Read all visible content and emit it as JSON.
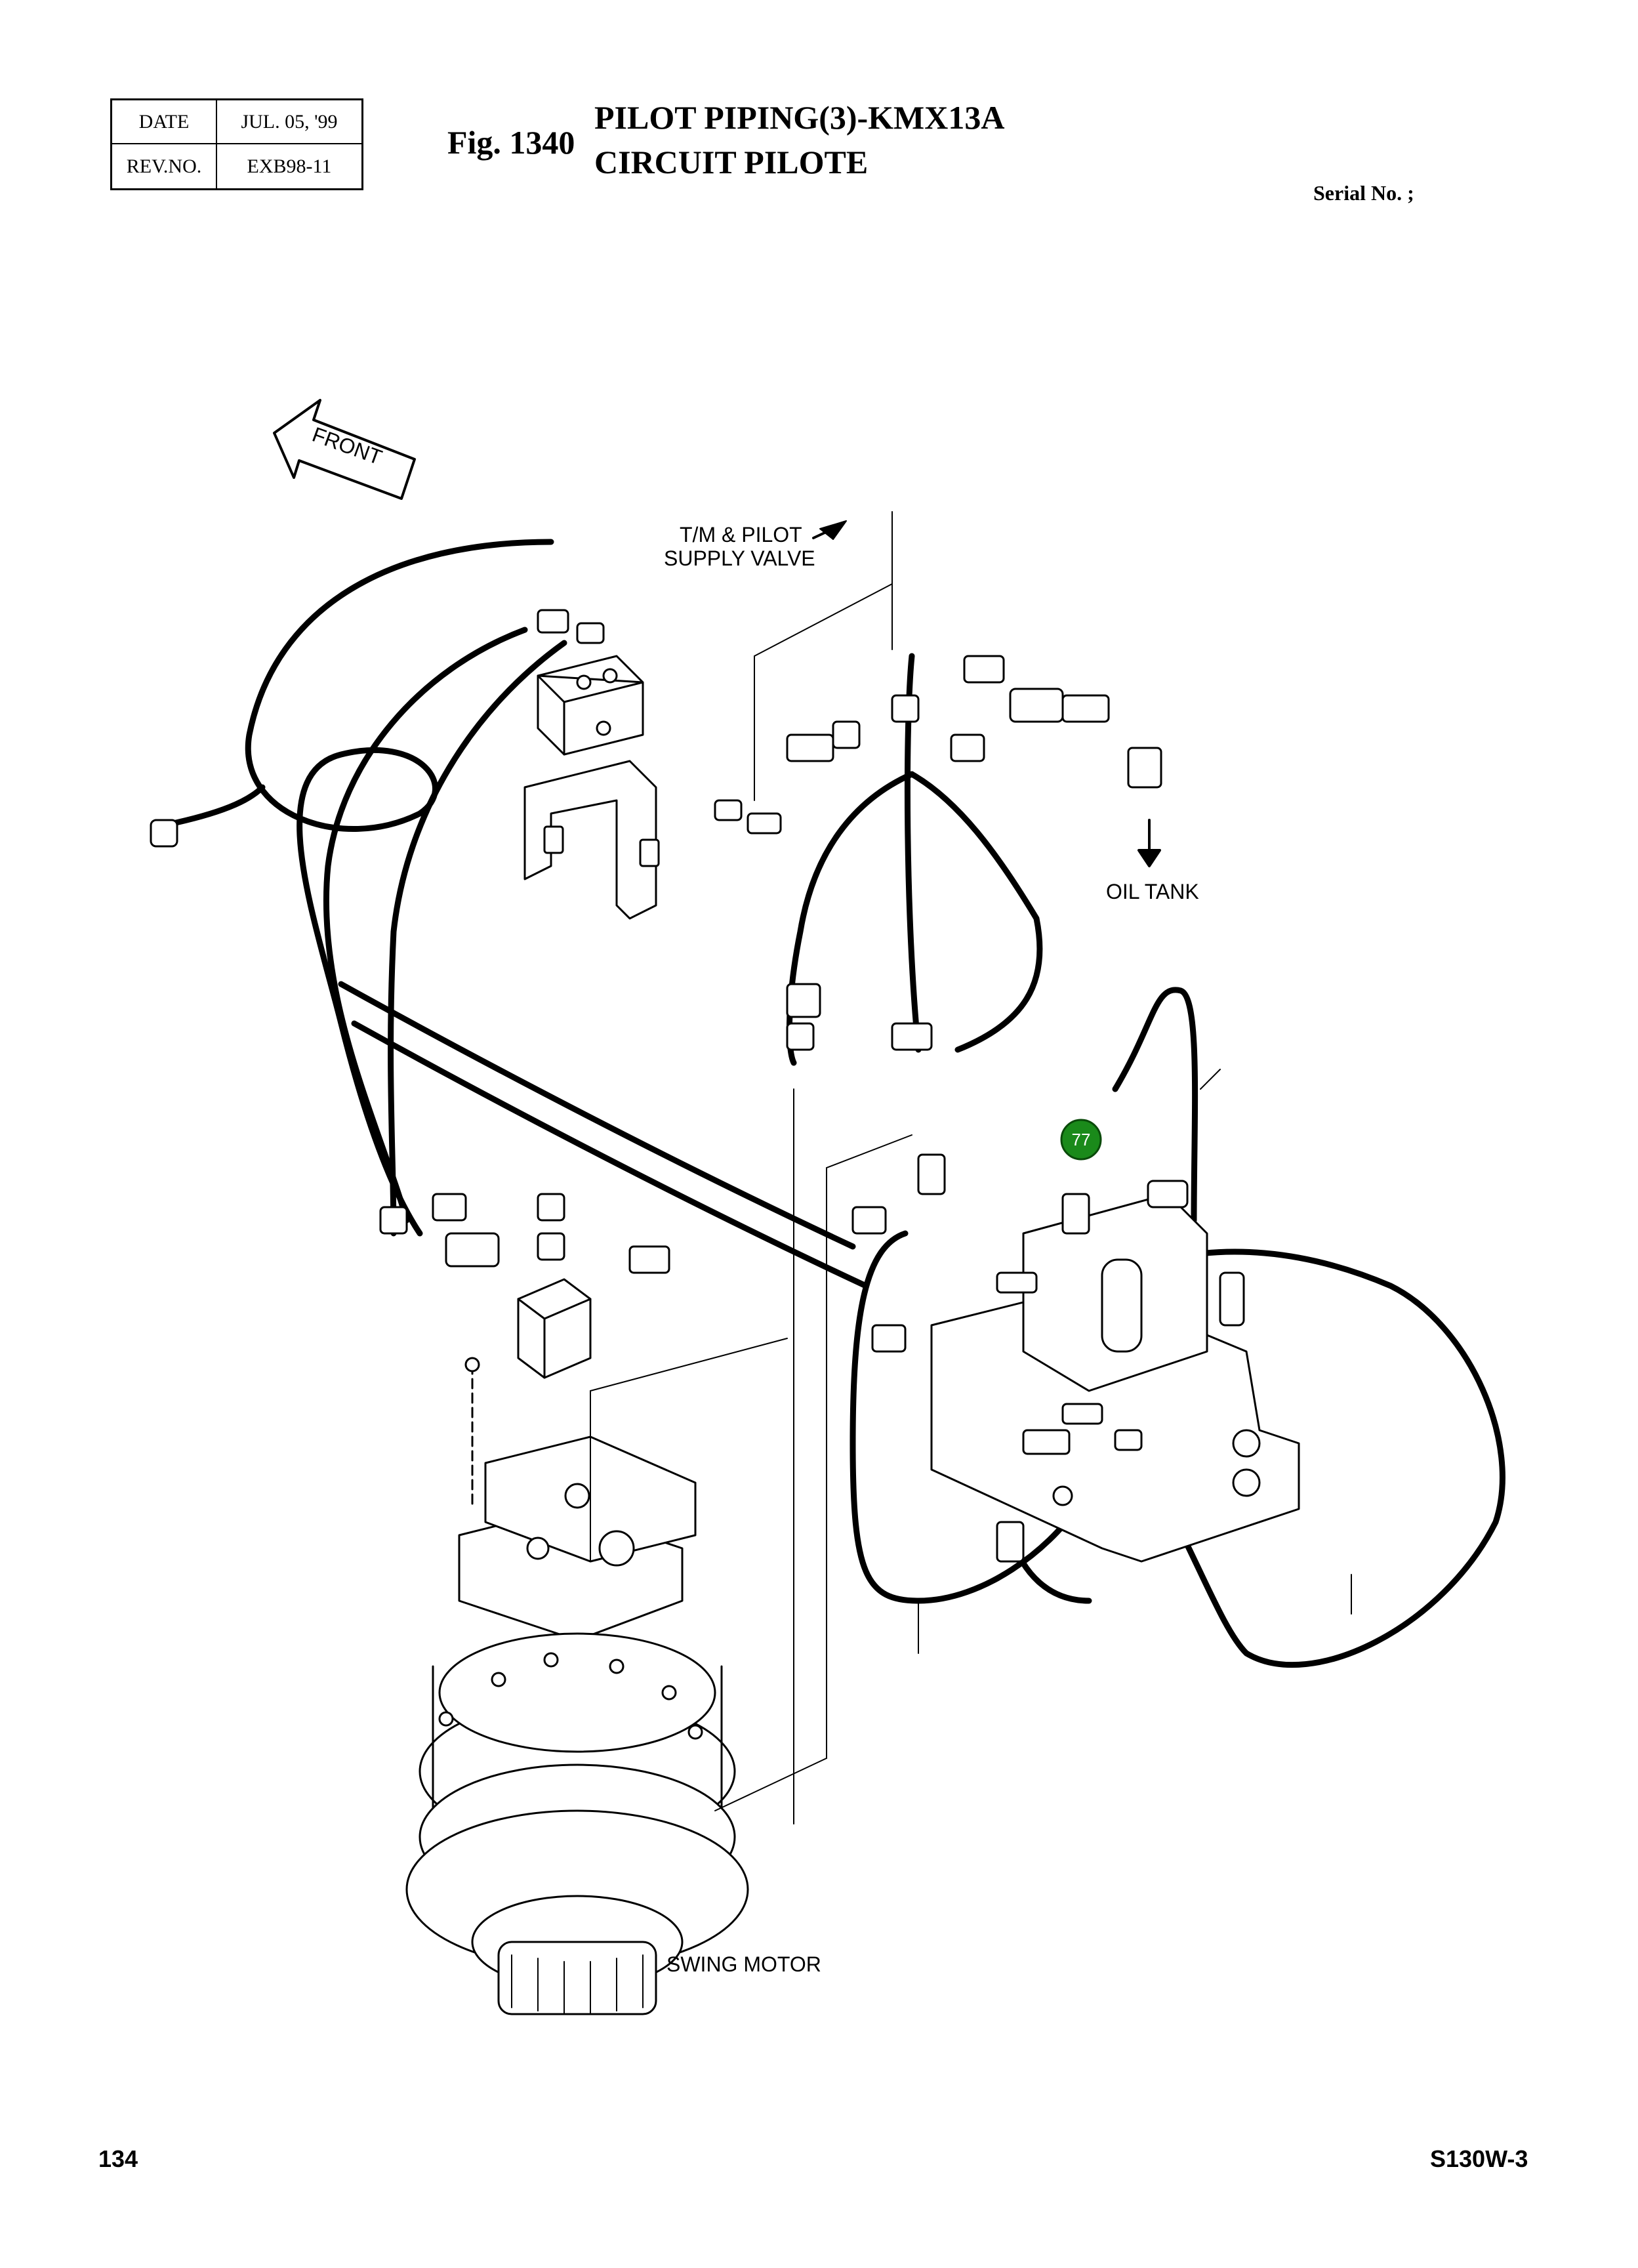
{
  "header": {
    "date_label": "DATE",
    "date_value": "JUL. 05, '99",
    "rev_label": "REV.NO.",
    "rev_value": "EXB98-11",
    "fig_label": "Fig. 1340",
    "title_line1": "PILOT PIPING(3)-KMX13A",
    "title_line2": "CIRCUIT PILOTE",
    "serial_label": "Serial No. ;"
  },
  "diagram": {
    "front_label": "FRONT",
    "tm_pilot_line1": "T/M  & PILOT",
    "tm_pilot_line2": "SUPPLY VALVE",
    "oil_tank_label": "OIL TANK",
    "swing_motor_label": "SWING MOTOR",
    "callout_number": "77",
    "callout_color": "#1a8a1a"
  },
  "footer": {
    "page_number": "134",
    "model": "S130W-3"
  }
}
